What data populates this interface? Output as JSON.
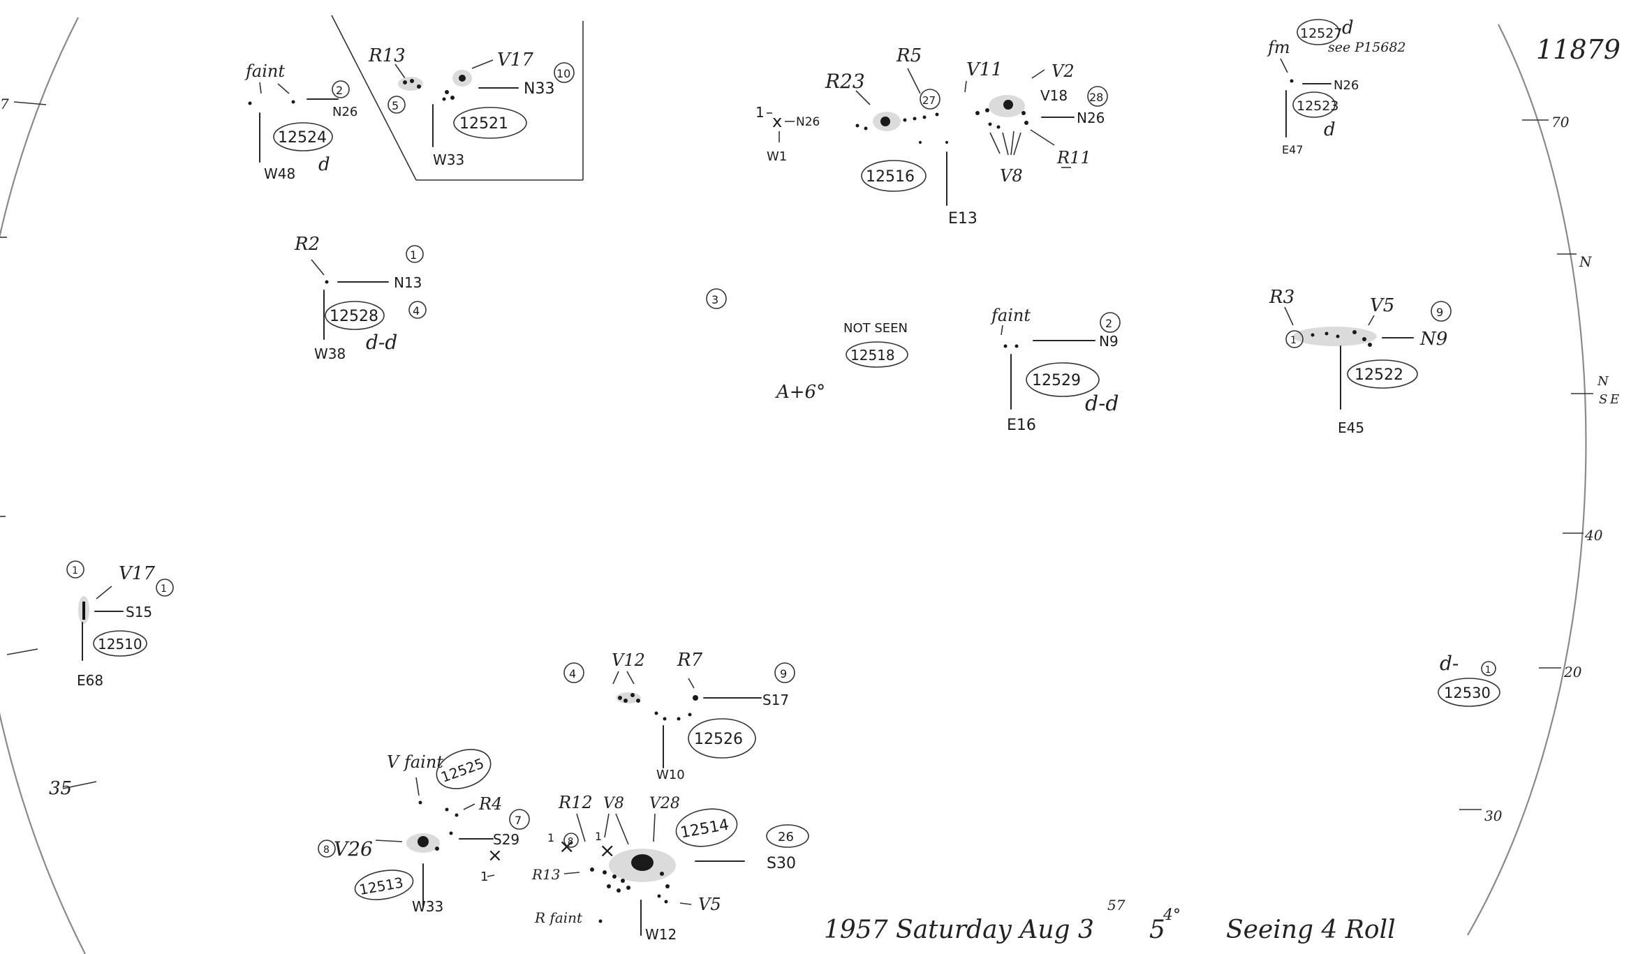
{
  "sheet": {
    "plate_number": "11879",
    "footer_note": "1957 Saturday Aug 3",
    "footer_time_sup": "57",
    "footer_time2": "5",
    "footer_time2_sup": "4°",
    "footer_seeing": "Seeing 4 Roll",
    "angle_note": "A+6°",
    "scale_marks": [
      "70",
      "N",
      "N",
      "S",
      "E",
      "40",
      "20",
      "30"
    ],
    "left_marks": [
      "7",
      "35"
    ]
  },
  "groups": [
    {
      "id": "12524",
      "labels": [
        "faint"
      ],
      "count": "2",
      "lat": "N26",
      "lon": "W48",
      "type": "d"
    },
    {
      "id": "12521",
      "labels": [
        "R13",
        "V17"
      ],
      "count": "10",
      "side_count": "5",
      "lat": "N33",
      "lon": "W33"
    },
    {
      "id": "12516",
      "labels": [
        "R23",
        "R5",
        "V11",
        "V2",
        "V18",
        "V8",
        "R11"
      ],
      "count": "28",
      "inner_count": "27",
      "lat": "N26",
      "lon": "E13",
      "cross_lat": "N26",
      "cross_lon": "W1",
      "cross_prefix": "1"
    },
    {
      "id": "12523",
      "linked_id": "12527",
      "linked_type": "d",
      "see_ref": "see P15682",
      "labels": [
        "fm"
      ],
      "lat": "N26",
      "lon": "E47",
      "type": "d"
    },
    {
      "id": "12528",
      "labels": [
        "R2"
      ],
      "count": "1",
      "count2": "4",
      "lat": "N13",
      "lon": "W38",
      "type": "d-d"
    },
    {
      "id": "12518",
      "status": "NOT SEEN",
      "side_count": "3"
    },
    {
      "id": "12529",
      "labels": [
        "faint"
      ],
      "count": "2",
      "lat": "N9",
      "lon": "E16",
      "type": "d-d"
    },
    {
      "id": "12522",
      "labels": [
        "R3",
        "V5"
      ],
      "count": "9",
      "inner_count": "1",
      "lat": "N9",
      "lon": "E45"
    },
    {
      "id": "12510",
      "labels": [
        "V17"
      ],
      "count": "1",
      "inner_count": "1",
      "lat": "S15",
      "lon": "E68"
    },
    {
      "id": "12530",
      "type": "d-",
      "count": "1"
    },
    {
      "id": "12526",
      "labels": [
        "V12",
        "R7"
      ],
      "count": "9",
      "side_count": "4",
      "lat": "S17",
      "lon": "W10"
    },
    {
      "id": "12525",
      "labels": [
        "V faint"
      ]
    },
    {
      "id": "12513",
      "labels": [
        "R4",
        "V26"
      ],
      "count": "7",
      "inner_count": "8",
      "lat": "S29",
      "lon": "W33",
      "cross_prefix": "1"
    },
    {
      "id": "12514",
      "labels": [
        "R12",
        "V8",
        "V28",
        "R13",
        "R faint",
        "V5"
      ],
      "count": "26",
      "inner_count": "8",
      "lat": "S30",
      "lon": "W12",
      "cross_prefix": "1"
    }
  ]
}
